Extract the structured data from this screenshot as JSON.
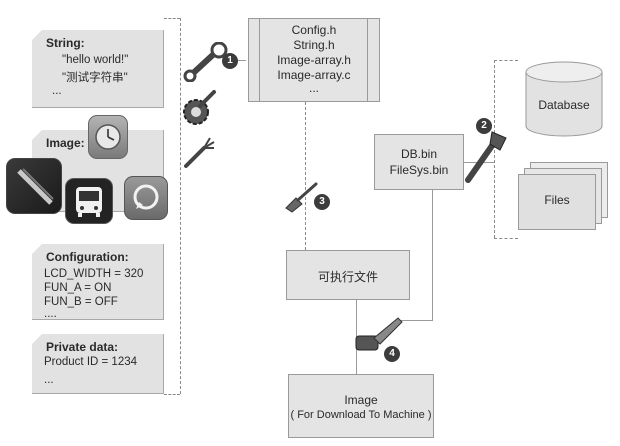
{
  "cards": {
    "string": {
      "title": "String:",
      "lines": [
        "\"hello world!\"",
        "\"测试字符串\"",
        "..."
      ]
    },
    "image": {
      "title": "Image:"
    },
    "configuration": {
      "title": "Configuration:",
      "lines": [
        "LCD_WIDTH = 320",
        "FUN_A = ON",
        "FUN_B = OFF",
        "...."
      ]
    },
    "private": {
      "title": "Private data:",
      "lines": [
        "Product ID = 1234",
        "..."
      ]
    }
  },
  "headers_box": {
    "lines": [
      "Config.h",
      "String.h",
      "Image-array.h",
      "Image-array.c",
      "..."
    ]
  },
  "bins_box": {
    "lines": [
      "DB.bin",
      "FileSys.bin"
    ]
  },
  "database_label": "Database",
  "files_label": "Files",
  "executable_label": "可执行文件",
  "image_box": {
    "lines": [
      "Image",
      "( For Download To Machine )"
    ]
  },
  "steps": [
    "1",
    "2",
    "3",
    "4"
  ],
  "icons": [
    "wrench-icon",
    "gear-wrench-icon",
    "garden-fork-icon",
    "pipe-wrench-icon",
    "trowel-icon",
    "chainsaw-icon",
    "clock-app-icon",
    "pencil-app-icon",
    "bus-app-icon",
    "whatsapp-app-icon"
  ]
}
